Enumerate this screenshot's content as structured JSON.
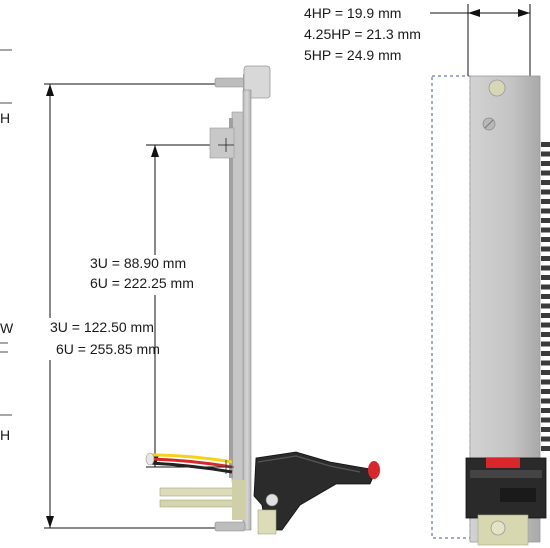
{
  "labels": {
    "hp4": "4HP =  19.9 mm",
    "hp425": "4.25HP = 21.3 mm",
    "hp5": "5HP = 24.9 mm",
    "inner_3u": "3U =  88.90 mm",
    "inner_6u": "6U = 222.25 mm",
    "outer_3u": "3U = 122.50 mm",
    "outer_6u": "6U = 255.85 mm",
    "edge_top": "H",
    "edge_mid": "W",
    "edge_bottom": "H"
  },
  "colors": {
    "panel": "#c9c9c9",
    "panel_dark": "#a9a9a9",
    "handle": "#2b2b2b",
    "latch_red": "#d9262b",
    "bracket": "#dcdcb8",
    "wire_yellow": "#f2d21b",
    "wire_red": "#d62a2a",
    "dashed": "#3b5aa8"
  }
}
